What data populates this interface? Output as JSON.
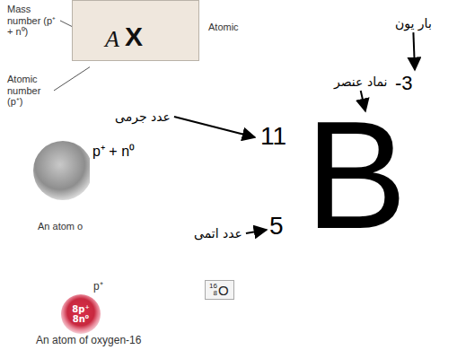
{
  "diagram": {
    "nodes": [
      {
        "text": [
          "A",
          "X"
        ]
      },
      {
        "text": [
          "8p⁺",
          "8n⁰"
        ]
      },
      {
        "text": [
          "16",
          "8",
          "O"
        ]
      }
    ],
    "labels": [
      "Mass number (p⁺ + n⁰)",
      "Atomic",
      "Atomic number (p⁺)",
      "An atom o",
      "عدد جرمی",
      "p⁺ + n⁰",
      "11",
      "نماد عنصر",
      "B",
      "بار یون",
      "-3",
      "5",
      "عدد اتمی",
      "p⁺",
      "An atom of oxygen-16"
    ]
  }
}
